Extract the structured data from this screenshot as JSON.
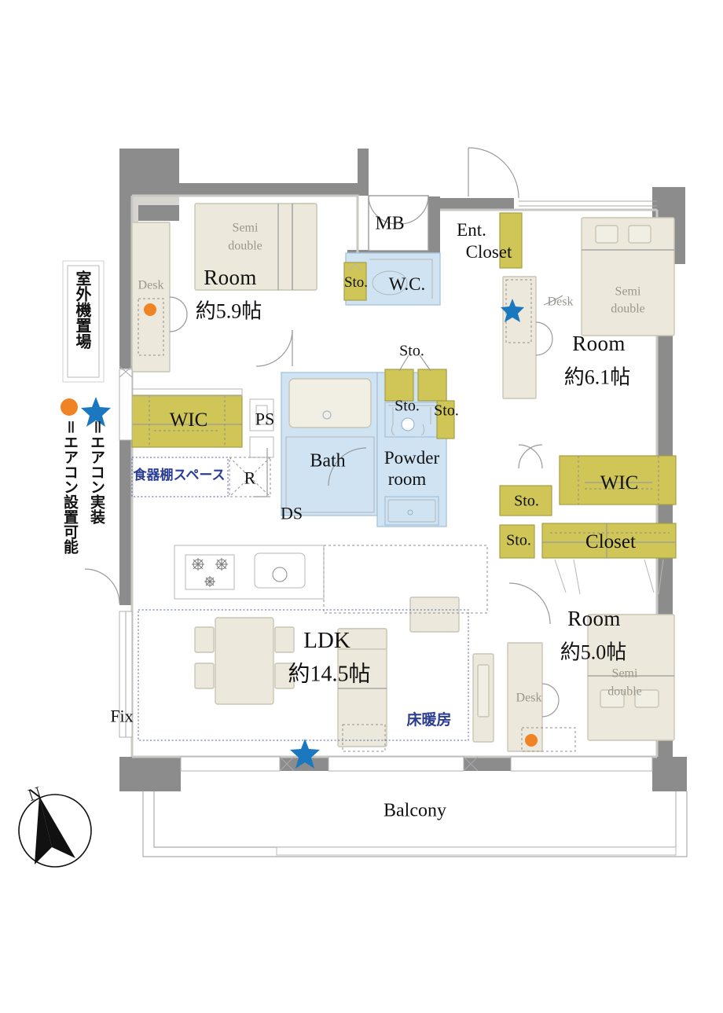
{
  "plan": {
    "title": "Apartment floor plan",
    "compass": {
      "label": "N"
    },
    "legend": {
      "outdoor_unit": "室外機置場",
      "star_meaning": "＝エアコン実装",
      "circle_meaning": "＝エアコン設置可能",
      "star_color": "#1b77be",
      "circle_color": "#f08324"
    },
    "colors": {
      "wall_outer": "#8c8c8c",
      "wall_inner": "#d8d7d2",
      "closet_fill": "#cfc657",
      "water_fill": "#cfe3f2",
      "furniture_fill": "#ece9dc",
      "furniture_stroke": "#c9c5b3",
      "text": "#111111",
      "blue_text": "#2b3e94",
      "gray_text": "#9a968c"
    },
    "rooms": [
      {
        "id": "room-1",
        "name": "Room",
        "size": "約5.9帖",
        "bed": "Semi\ndouble",
        "desk": "Desk"
      },
      {
        "id": "room-2",
        "name": "Room",
        "size": "約6.1帖",
        "bed": "Semi\ndouble",
        "desk": "Desk"
      },
      {
        "id": "room-3",
        "name": "Room",
        "size": "約5.0帖",
        "bed": "Semi\ndouble",
        "desk": "Desk"
      },
      {
        "id": "ldk",
        "name": "LDK",
        "size": "約14.5帖"
      }
    ],
    "labels": {
      "room1_name": "Room",
      "room1_size": "約5.9帖",
      "room1_bed_l1": "Semi",
      "room1_bed_l2": "double",
      "room1_desk": "Desk",
      "room2_name": "Room",
      "room2_size": "約6.1帖",
      "room2_bed_l1": "Semi",
      "room2_bed_l2": "double",
      "room2_desk": "Desk",
      "room3_name": "Room",
      "room3_size": "約5.0帖",
      "room3_bed_l1": "Semi",
      "room3_bed_l2": "double",
      "room3_desk": "Desk",
      "ldk_name": "LDK",
      "ldk_size": "約14.5帖",
      "mb": "MB",
      "wc": "W.C.",
      "sto_wc": "Sto.",
      "ent_closet_l1": "Ent.",
      "ent_closet_l2": "Closet",
      "sto_top": "Sto.",
      "sto_mid": "Sto.",
      "sto_right": "Sto.",
      "bath": "Bath",
      "powder_l1": "Powder",
      "powder_l2": "room",
      "wic_left": "WIC",
      "ps": "PS",
      "r": "R",
      "ds": "DS",
      "cupboard": "食器棚スペース",
      "floor_heating": "床暖房",
      "fix": "Fix",
      "balcony": "Balcony",
      "wic_right": "WIC",
      "closet_right": "Closet",
      "sto_r1": "Sto.",
      "sto_r2": "Sto."
    }
  }
}
